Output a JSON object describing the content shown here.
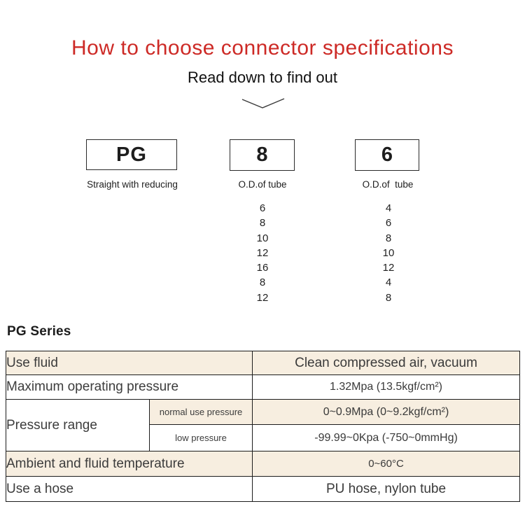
{
  "header": {
    "title": "How to choose connector specifications",
    "subtitle": "Read down to find out",
    "title_color": "#cd2a26"
  },
  "selector": {
    "boxes": [
      {
        "code": "PG",
        "label": "Straight with reducing"
      },
      {
        "code": "8",
        "label": "O.D.of tube",
        "options": [
          "6",
          "8",
          "10",
          "12",
          "16",
          "8",
          "12"
        ]
      },
      {
        "code": "6",
        "label": "O.D.of  tube",
        "options": [
          "4",
          "6",
          "8",
          "10",
          "12",
          "4",
          "8"
        ]
      }
    ]
  },
  "series": {
    "heading": "PG Series",
    "accent_beige": "#f7eee0",
    "rows": [
      {
        "label": "Use fluid",
        "value": "Clean compressed air, vacuum"
      },
      {
        "label": "Maximum operating pressure",
        "value": "1.32Mpa (13.5kgf/cm²)"
      },
      {
        "label": "Pressure range",
        "sub": [
          {
            "label": "normal use pressure",
            "value": "0~0.9Mpa (0~9.2kgf/cm²)"
          },
          {
            "label": "low pressure",
            "value": "-99.99~0Kpa (-750~0mmHg)"
          }
        ]
      },
      {
        "label": "Ambient and fluid temperature",
        "value": "0~60°C"
      },
      {
        "label": "Use a hose",
        "value": "PU hose, nylon tube"
      }
    ]
  }
}
